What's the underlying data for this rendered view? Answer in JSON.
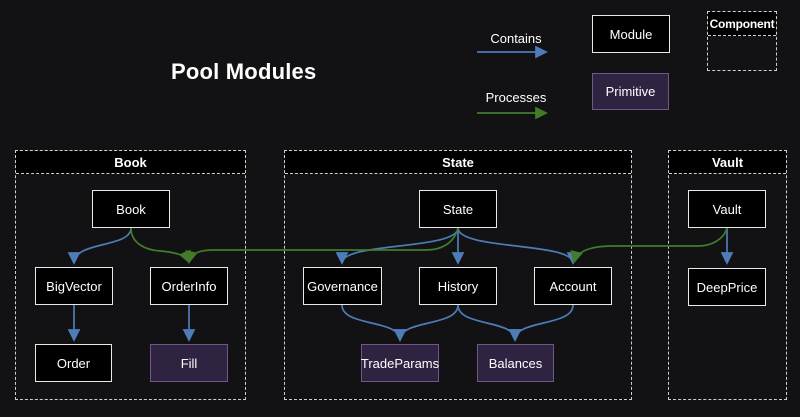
{
  "page": {
    "title": "Pool Modules"
  },
  "legend": {
    "contains_label": "Contains",
    "processes_label": "Processes",
    "module_label": "Module",
    "primitive_label": "Primitive",
    "component_label": "Component"
  },
  "colors": {
    "background": "#121214",
    "text": "#ffffff",
    "module_fill": "#000000",
    "module_border": "#e9e9e7",
    "primitive_fill": "#2e2340",
    "primitive_border": "#6f5787",
    "container_border": "#cfcfcf",
    "contains_arrow": "#4d7cb8",
    "processes_arrow": "#417c2b"
  },
  "containers": [
    {
      "id": "book",
      "title": "Book",
      "nodes": [
        {
          "id": "book-node",
          "label": "Book",
          "type": "module"
        },
        {
          "id": "bigvector",
          "label": "BigVector",
          "type": "module"
        },
        {
          "id": "orderinfo",
          "label": "OrderInfo",
          "type": "module"
        },
        {
          "id": "order",
          "label": "Order",
          "type": "module"
        },
        {
          "id": "fill",
          "label": "Fill",
          "type": "primitive"
        }
      ]
    },
    {
      "id": "state",
      "title": "State",
      "nodes": [
        {
          "id": "state-node",
          "label": "State",
          "type": "module"
        },
        {
          "id": "governance",
          "label": "Governance",
          "type": "module"
        },
        {
          "id": "history",
          "label": "History",
          "type": "module"
        },
        {
          "id": "account",
          "label": "Account",
          "type": "module"
        },
        {
          "id": "tradeparams",
          "label": "TradeParams",
          "type": "primitive"
        },
        {
          "id": "balances",
          "label": "Balances",
          "type": "primitive"
        }
      ]
    },
    {
      "id": "vault",
      "title": "Vault",
      "nodes": [
        {
          "id": "vault-node",
          "label": "Vault",
          "type": "module"
        },
        {
          "id": "deepprice",
          "label": "DeepPrice",
          "type": "module"
        }
      ]
    }
  ],
  "edges": [
    {
      "from": "Book",
      "to": "BigVector",
      "type": "contains"
    },
    {
      "from": "Book",
      "to": "OrderInfo",
      "type": "processes"
    },
    {
      "from": "BigVector",
      "to": "Order",
      "type": "contains"
    },
    {
      "from": "OrderInfo",
      "to": "Fill",
      "type": "contains"
    },
    {
      "from": "State",
      "to": "Governance",
      "type": "contains"
    },
    {
      "from": "State",
      "to": "History",
      "type": "contains"
    },
    {
      "from": "State",
      "to": "Account",
      "type": "contains"
    },
    {
      "from": "State",
      "to": "OrderInfo",
      "type": "processes"
    },
    {
      "from": "Governance",
      "to": "TradeParams",
      "type": "contains"
    },
    {
      "from": "History",
      "to": "TradeParams",
      "type": "contains"
    },
    {
      "from": "History",
      "to": "Balances",
      "type": "contains"
    },
    {
      "from": "Account",
      "to": "Balances",
      "type": "contains"
    },
    {
      "from": "Vault",
      "to": "DeepPrice",
      "type": "contains"
    },
    {
      "from": "Vault",
      "to": "Account",
      "type": "processes"
    }
  ]
}
